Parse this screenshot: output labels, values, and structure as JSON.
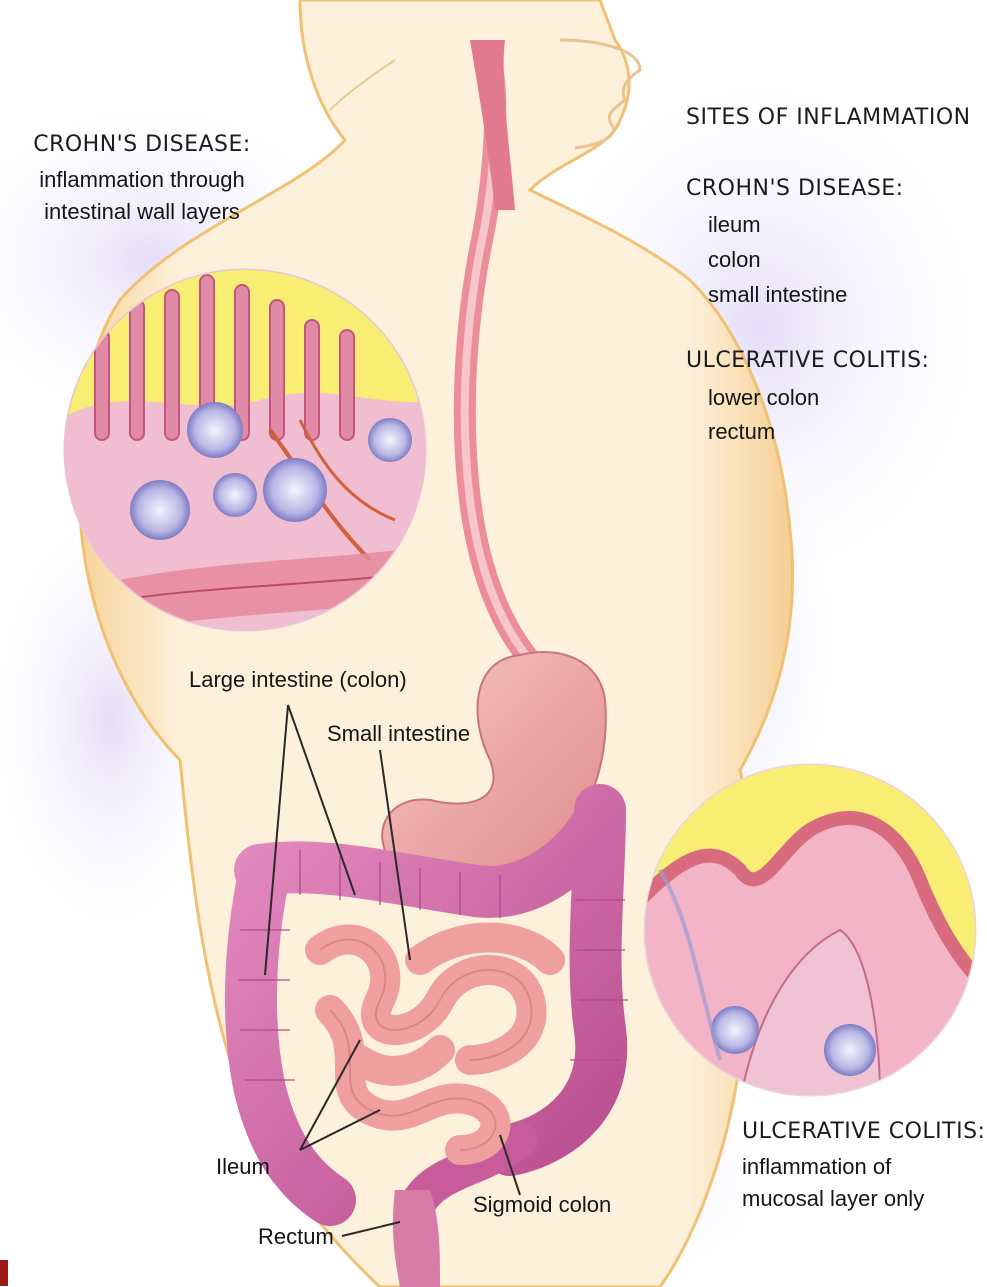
{
  "colors": {
    "body_fill": "#fdf0d8",
    "body_outline": "#f3c980",
    "shadow": "#b9a4e6",
    "colon": "#d56aa6",
    "small_intestine": "#f2a3a2",
    "stomach": "#f1a9a4",
    "esophagus": "#e98a94",
    "mucosa_yellow": "#f7ee73",
    "tissue_pink": "#f0b5c8",
    "follicle": "#c8c7e8"
  },
  "top_left": {
    "title": "CROHN'S DISEASE:",
    "line1": "inflammation through",
    "line2": "intestinal wall layers"
  },
  "sites": {
    "title": "SITES OF INFLAMMATION",
    "crohns": {
      "title": "CROHN'S DISEASE:",
      "items": [
        "ileum",
        "colon",
        "small intestine"
      ]
    },
    "uc": {
      "title": "ULCERATIVE COLITIS:",
      "items": [
        "lower colon",
        "rectum"
      ]
    }
  },
  "bottom_right": {
    "title": "ULCERATIVE COLITIS:",
    "line1": "inflammation of",
    "line2": "mucosal layer only"
  },
  "labels": {
    "large_intestine": "Large intestine (colon)",
    "small_intestine": "Small intestine",
    "ileum": "Ileum",
    "sigmoid_colon": "Sigmoid colon",
    "rectum": "Rectum"
  }
}
